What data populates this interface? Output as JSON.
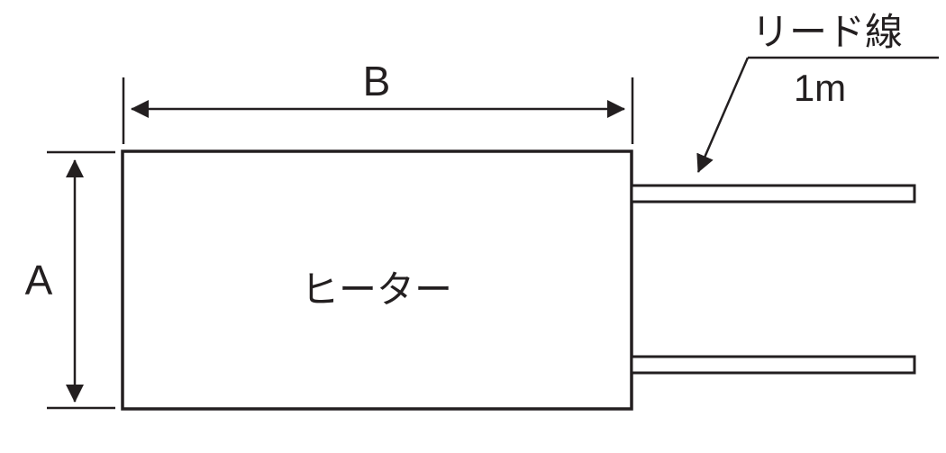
{
  "diagram": {
    "heater_label": "ヒーター",
    "width_dimension_label": "B",
    "height_dimension_label": "A",
    "lead_wire_label": "リード線",
    "lead_wire_length_label": "1m",
    "colors": {
      "line": "#231f20",
      "background": "#ffffff"
    }
  }
}
